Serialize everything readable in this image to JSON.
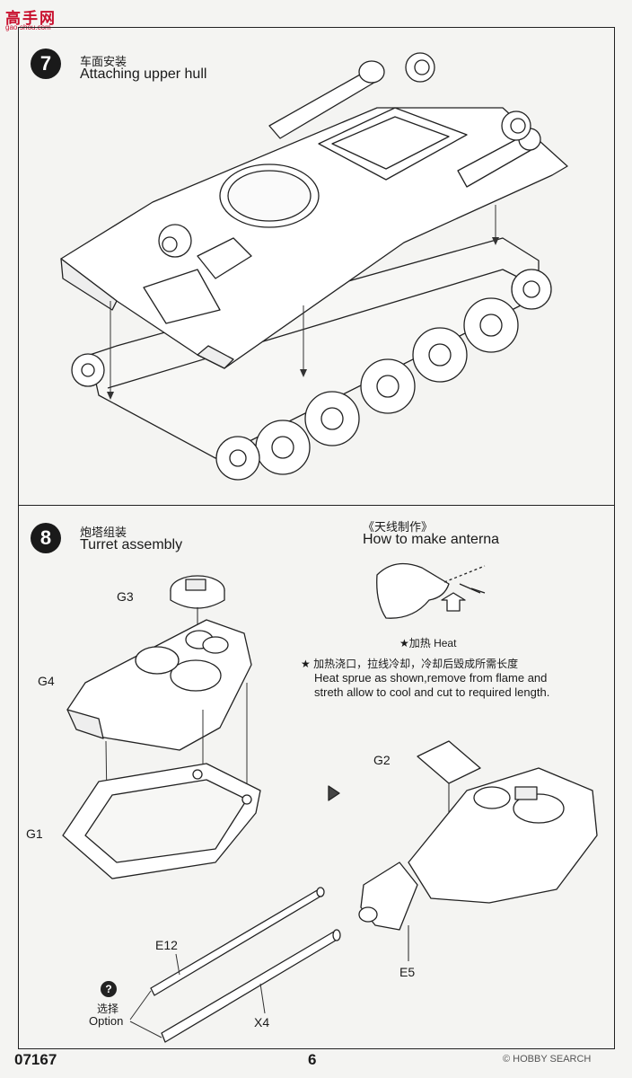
{
  "header": {
    "logo_text": "高手网",
    "logo_sub": "gao-shou.com"
  },
  "step7": {
    "number": "7",
    "title_cn": "车面安装",
    "title_en": "Attaching upper hull"
  },
  "step8": {
    "number": "8",
    "title_cn": "炮塔组装",
    "title_en": "Turret assembly",
    "parts": {
      "g3": "G3",
      "g4": "G4",
      "g1": "G1",
      "g2": "G2",
      "e12": "E12",
      "x4": "X4",
      "e5": "E5"
    },
    "option": {
      "icon": "?",
      "cn": "选择",
      "en": "Option"
    }
  },
  "antenna": {
    "title_cn": "《天线制作》",
    "title_en": "How to make anterna",
    "heat_label": "★加热 Heat",
    "note_cn": "★ 加热浇口，拉线冷却，冷却后毁成所需长度",
    "note_en_1": "Heat sprue as shown,remove from flame and",
    "note_en_2": "streth allow to cool and cut to required length."
  },
  "footer": {
    "product_code": "07167",
    "page_number": "6",
    "watermark": "© HOBBY SEARCH"
  }
}
